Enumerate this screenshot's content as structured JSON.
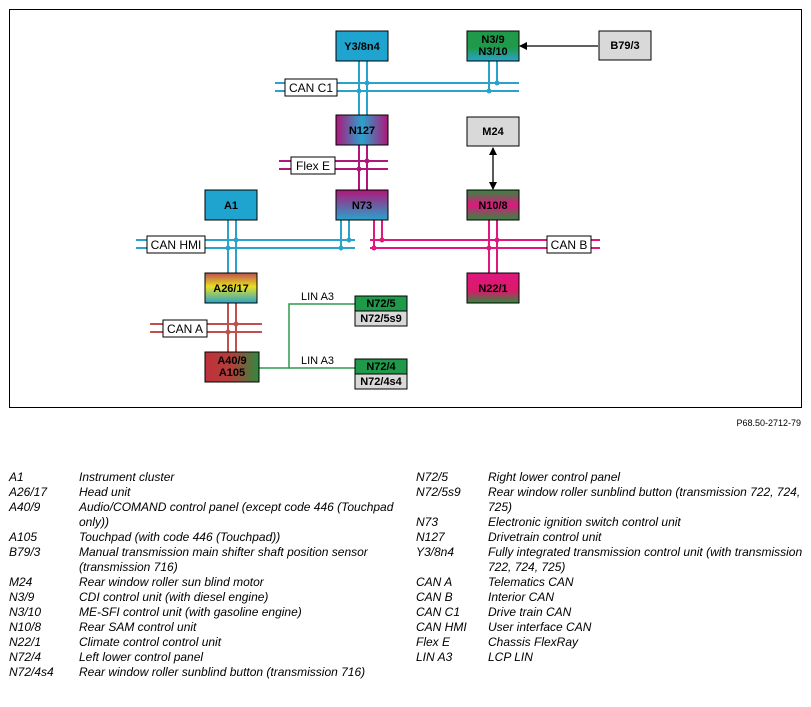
{
  "diagram": {
    "nodes": {
      "y38n4": [
        "Y3/8n4"
      ],
      "n39": [
        "N3/9",
        "N3/10"
      ],
      "b793": [
        "B79/3"
      ],
      "n127": [
        "N127"
      ],
      "m24": [
        "M24"
      ],
      "a1": [
        "A1"
      ],
      "n73": [
        "N73"
      ],
      "n108": [
        "N10/8"
      ],
      "a2617": [
        "A26/17"
      ],
      "n221": [
        "N22/1"
      ],
      "a409": [
        "A40/9",
        "A105"
      ],
      "n725": [
        "N72/5"
      ],
      "n725s9": [
        "N72/5s9"
      ],
      "n724": [
        "N72/4"
      ],
      "n724s4": [
        "N72/4s4"
      ]
    },
    "buses": {
      "can_c1": "CAN C1",
      "flex_e": "Flex E",
      "can_hmi": "CAN HMI",
      "can_b": "CAN B",
      "can_a": "CAN A",
      "lin_a3_top": "LIN A3",
      "lin_a3_bottom": "LIN A3"
    },
    "colors": {
      "can_blue": "#29a3cc",
      "can_c1_blue": "#29a3cc",
      "flex_magenta": "#b0167a",
      "can_b_pink": "#e0177e",
      "can_a_red": "#c0504d",
      "lin_green": "#2e9a48",
      "frame": "#000000"
    },
    "reference": "P68.50-2712-79"
  },
  "legend": {
    "left": [
      {
        "code": "A1",
        "desc": "Instrument cluster"
      },
      {
        "code": "A26/17",
        "desc": "Head unit"
      },
      {
        "code": "A40/9",
        "desc": "Audio/COMAND control panel (except code 446 (Touchpad only))"
      },
      {
        "code": "A105",
        "desc": "Touchpad (with code 446 (Touchpad))"
      },
      {
        "code": "B79/3",
        "desc": "Manual transmission main shifter shaft position sensor (transmission 716)"
      },
      {
        "code": "M24",
        "desc": "Rear window roller sun blind motor"
      },
      {
        "code": "N3/9",
        "desc": "CDI control unit (with diesel engine)"
      },
      {
        "code": "N3/10",
        "desc": "ME-SFI control unit (with gasoline engine)"
      },
      {
        "code": "N10/8",
        "desc": "Rear SAM control unit"
      },
      {
        "code": "N22/1",
        "desc": "Climate control control unit"
      },
      {
        "code": "N72/4",
        "desc": "Left lower control panel"
      },
      {
        "code": "N72/4s4",
        "desc": "Rear window roller sunblind button (transmission 716)"
      }
    ],
    "right": [
      {
        "code": "N72/5",
        "desc": "Right lower control panel"
      },
      {
        "code": "N72/5s9",
        "desc": "Rear window roller sunblind button (transmission 722, 724, 725)"
      },
      {
        "code": "N73",
        "desc": "Electronic ignition switch control unit"
      },
      {
        "code": "N127",
        "desc": "Drivetrain control unit"
      },
      {
        "code": "Y3/8n4",
        "desc": "Fully integrated transmission control unit (with transmission 722, 724, 725)"
      },
      {
        "code": "CAN A",
        "desc": "Telematics CAN"
      },
      {
        "code": "CAN B",
        "desc": "Interior CAN"
      },
      {
        "code": "CAN C1",
        "desc": "Drive train CAN"
      },
      {
        "code": "CAN HMI",
        "desc": "User interface CAN"
      },
      {
        "code": "Flex E",
        "desc": "Chassis FlexRay"
      },
      {
        "code": "LIN A3",
        "desc": "LCP LIN"
      }
    ]
  }
}
